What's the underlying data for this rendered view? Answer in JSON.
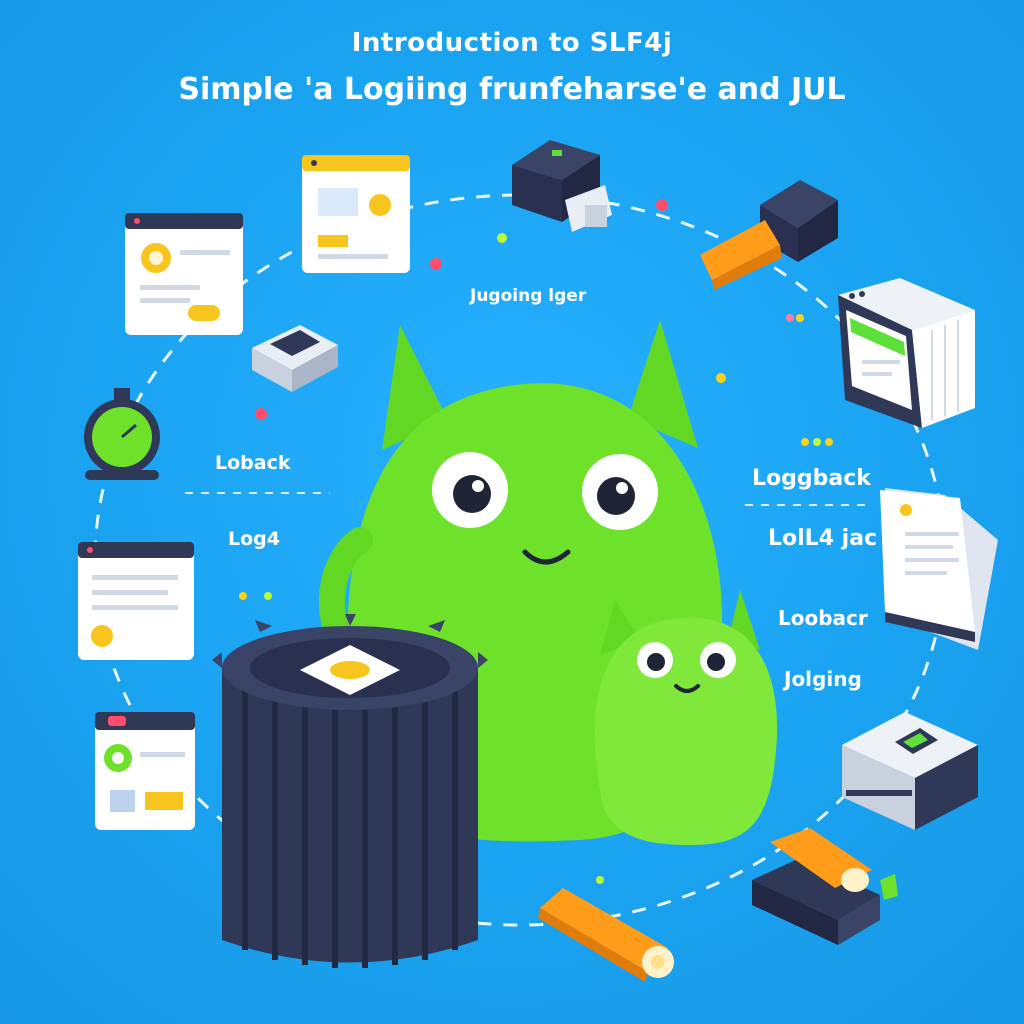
{
  "title": {
    "line1": "Introduction to SLF4j",
    "line2": "Simple ꞌa Logiing frunfeharseꞌe and JUL"
  },
  "labels": {
    "center": "Jugoing lger",
    "left_top": "Loback",
    "left_bottom": "Log4",
    "right_1": "Loggback",
    "right_2": "LolL4 jac",
    "right_3": "Loobacr",
    "right_4": "Jolging"
  },
  "colors": {
    "background": "#1aa3f0",
    "mascot_green": "#6ee22a",
    "gear_dark": "#2f3856",
    "accent_yellow": "#f7c51e",
    "accent_orange": "#ff9c1a"
  }
}
